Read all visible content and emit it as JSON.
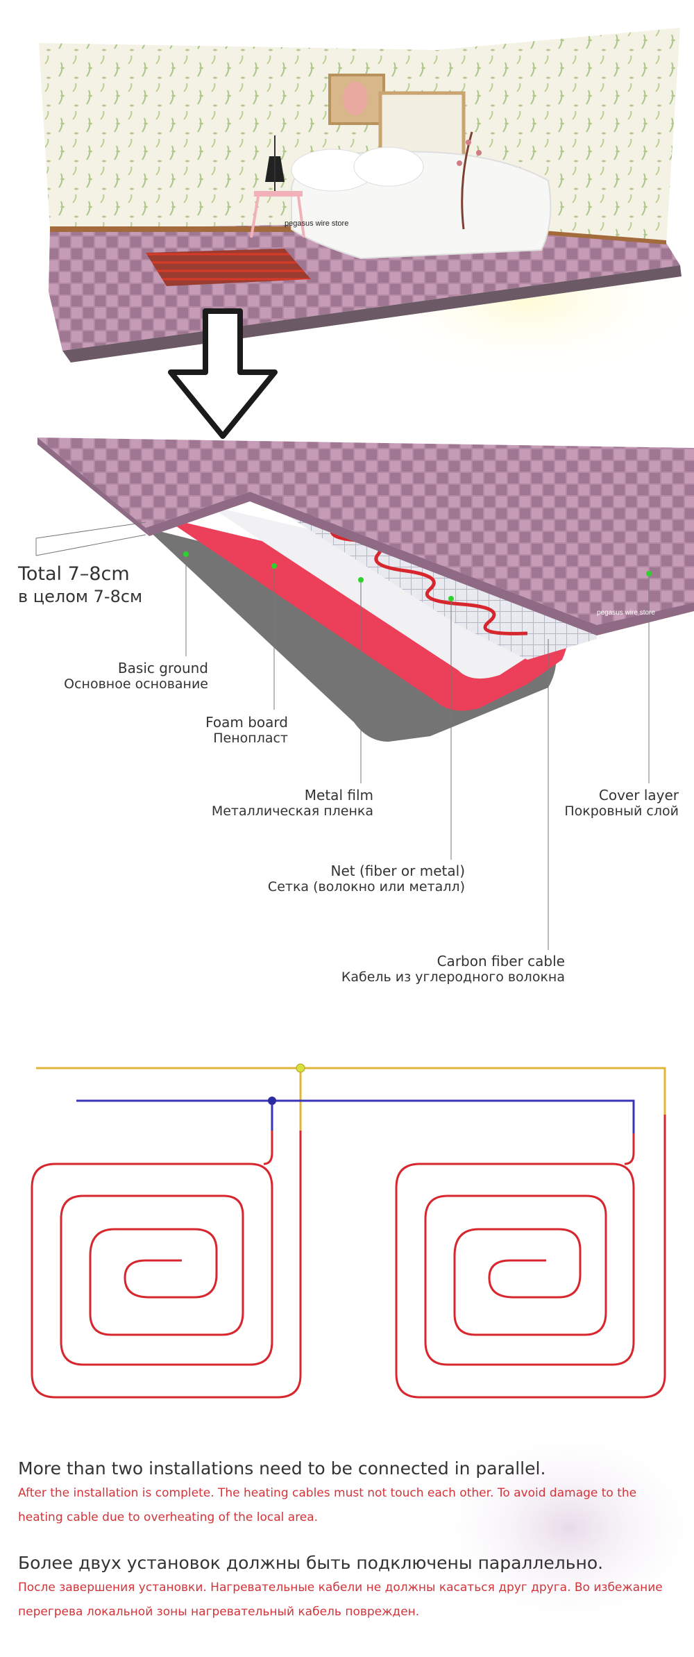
{
  "store_watermark": "pegasus wire store",
  "layers": {
    "total": {
      "en": "Total 7–8cm",
      "ru": "в целом 7-8см"
    },
    "basic_ground": {
      "en": "Basic ground",
      "ru": "Основное основание"
    },
    "foam_board": {
      "en": "Foam board",
      "ru": "Пенопласт"
    },
    "metal_film": {
      "en": "Metal film",
      "ru": "Металлическая пленка"
    },
    "cover_layer": {
      "en": "Cover layer",
      "ru": "Покровный слой"
    },
    "net": {
      "en": "Net (fiber or metal)",
      "ru": "Сетка (волокно или металл)"
    },
    "cable": {
      "en": "Carbon fiber cable",
      "ru": "Кабель из углеродного волокна"
    }
  },
  "notes": {
    "en_heading": "More than two installations need to be connected in parallel.",
    "en_body": "After the installation is complete. The heating cables must not touch each other. To avoid damage to the heating cable due to overheating of the local area.",
    "ru_heading": "Более двух установок должны быть подключены параллельно.",
    "ru_body": "После завершения установки. Нагревательные кабели не должны касаться друг друга. Во избежание перегрева локальной зоны нагревательный кабель поврежден."
  },
  "colors": {
    "cable_red": "#d8262e",
    "wire_yellow": "#e0b63a",
    "wire_blue": "#3a35b8",
    "floor_pink": "#b78aa7",
    "foam_red": "#ec3f59",
    "note_red": "#d2343a"
  }
}
